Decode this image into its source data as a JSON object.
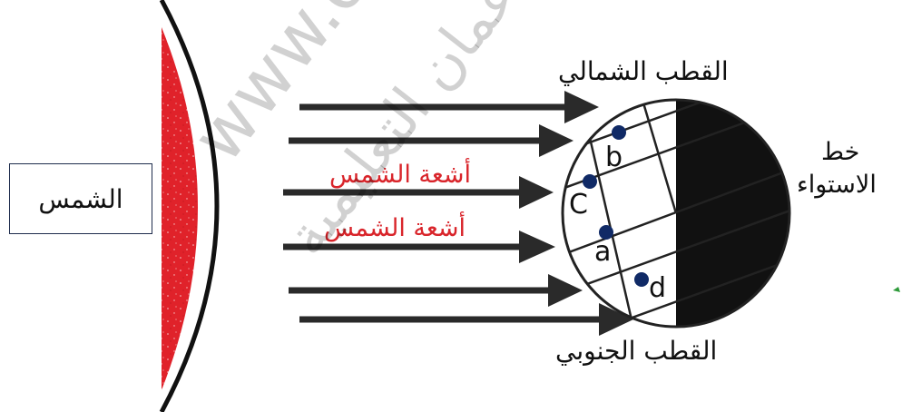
{
  "sun_label": "الشمس",
  "north_pole_label": "القطب الشمالي",
  "south_pole_label": "القطب الجنوبي",
  "equator_label_line1": "خط",
  "equator_label_line2": "الاستواء",
  "ray_label_1": "أشعة الشمس",
  "ray_label_2": "أشعة الشمس",
  "points": {
    "a": "a",
    "b": "b",
    "c": "C",
    "d": "d"
  },
  "watermark_latin": "www.omanet",
  "watermark_arabic": "عمان التعليمية",
  "colors": {
    "sun_fill": "#e0222a",
    "arrow": "#2a2a2a",
    "dot": "#102a66",
    "ray_text": "#d9252b",
    "night_side": "#111111"
  }
}
